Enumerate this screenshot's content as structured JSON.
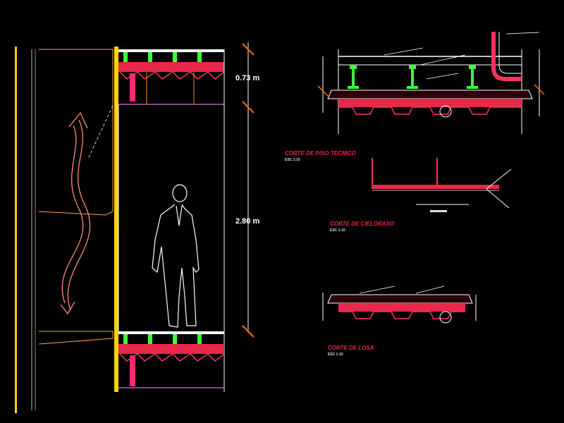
{
  "dimensions": {
    "ceiling_height": "0.73 m",
    "floor_to_ceiling": "2.80 m"
  },
  "sections": {
    "raised_floor": {
      "title": "CORTE DE PISO TECNICO",
      "scale": "ESC 1:10"
    },
    "ceiling": {
      "title": "CORTE DE CIELORASO",
      "scale": "ESC 1:10"
    },
    "slab": {
      "title": "CORTE DE LOSA",
      "scale": "ESC 1:10"
    }
  },
  "colors": {
    "background": "#000000",
    "concrete": "#e8274a",
    "steel": "#ff2a6d",
    "pedestal": "#3cff3c",
    "outline": "#ffffff",
    "structure": "#ffd400",
    "dimension": "#ff6a00"
  }
}
